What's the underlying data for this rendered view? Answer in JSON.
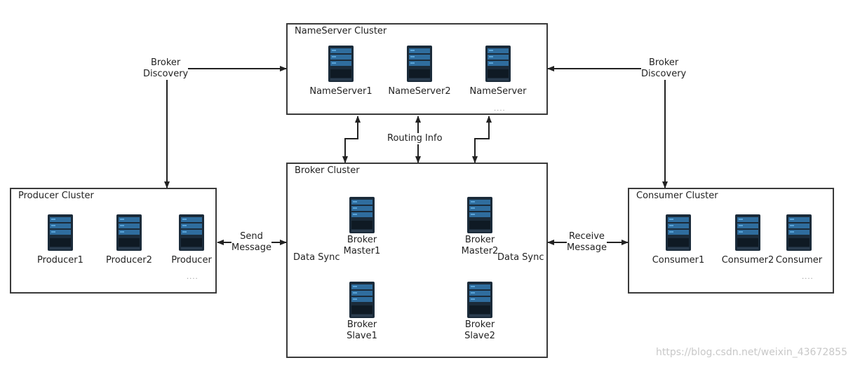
{
  "nameserver_cluster": {
    "title": "NameServer Cluster",
    "nodes": [
      "NameServer1",
      "NameServer2",
      "NameServer"
    ],
    "ellipsis": "...."
  },
  "broker_cluster": {
    "title": "Broker Cluster",
    "master1": "Broker\nMaster1",
    "master2": "Broker\nMaster2",
    "slave1": "Broker\nSlave1",
    "slave2": "Broker\nSlave2",
    "data_sync": "Data Sync"
  },
  "producer_cluster": {
    "title": "Producer Cluster",
    "nodes": [
      "Producer1",
      "Producer2",
      "Producer"
    ],
    "ellipsis": "...."
  },
  "consumer_cluster": {
    "title": "Consumer Cluster",
    "nodes": [
      "Consumer1",
      "Consumer2",
      "Consumer"
    ],
    "ellipsis": "...."
  },
  "edges": {
    "broker_discovery": "Broker\nDiscovery",
    "routing_info": "Routing Info",
    "send_message": "Send\nMessage",
    "receive_message": "Receive\nMessage"
  },
  "watermark": "https://blog.csdn.net/weixin_43672855",
  "icons": {
    "server": "server-rack-icon"
  },
  "colors": {
    "server_body": "#1b2b3a",
    "server_panel": "#2f6d9e",
    "server_highlight": "#5aa4d8",
    "line": "#222222"
  }
}
